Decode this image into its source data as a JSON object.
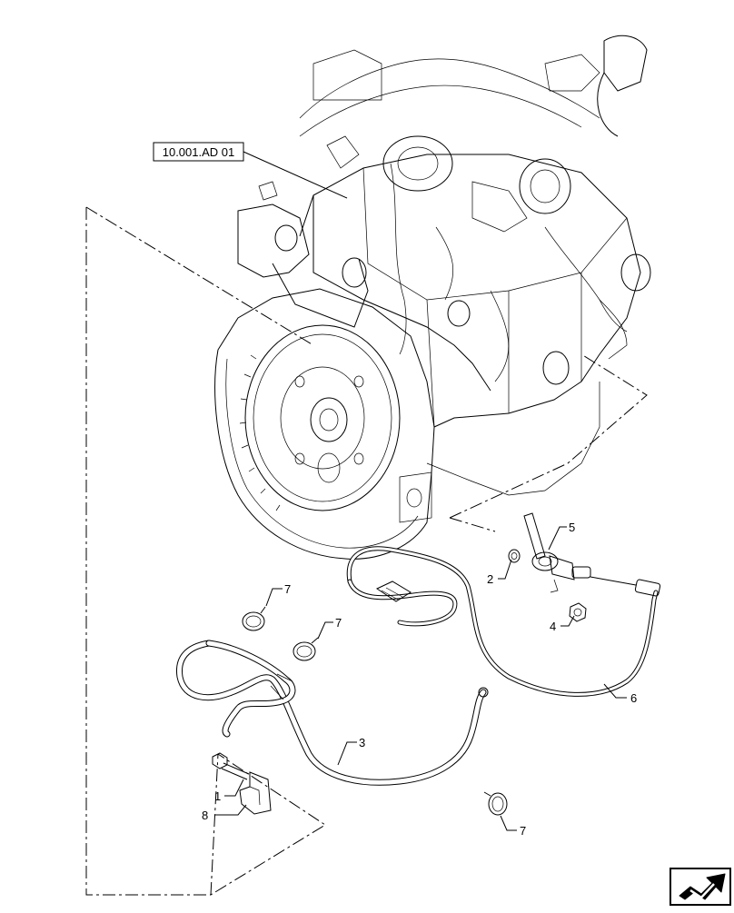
{
  "reference_box": {
    "label": "10.001.AD 01"
  },
  "callouts": [
    {
      "id": "c1",
      "text": "1"
    },
    {
      "id": "c2",
      "text": "2"
    },
    {
      "id": "c3",
      "text": "3"
    },
    {
      "id": "c4",
      "text": "4"
    },
    {
      "id": "c5",
      "text": "5"
    },
    {
      "id": "c6",
      "text": "6"
    },
    {
      "id": "c7a",
      "text": "7"
    },
    {
      "id": "c7b",
      "text": "7"
    },
    {
      "id": "c7c",
      "text": "7"
    },
    {
      "id": "c8",
      "text": "8"
    }
  ],
  "nav_icon": {
    "icon": "next-page-arrow-icon"
  }
}
